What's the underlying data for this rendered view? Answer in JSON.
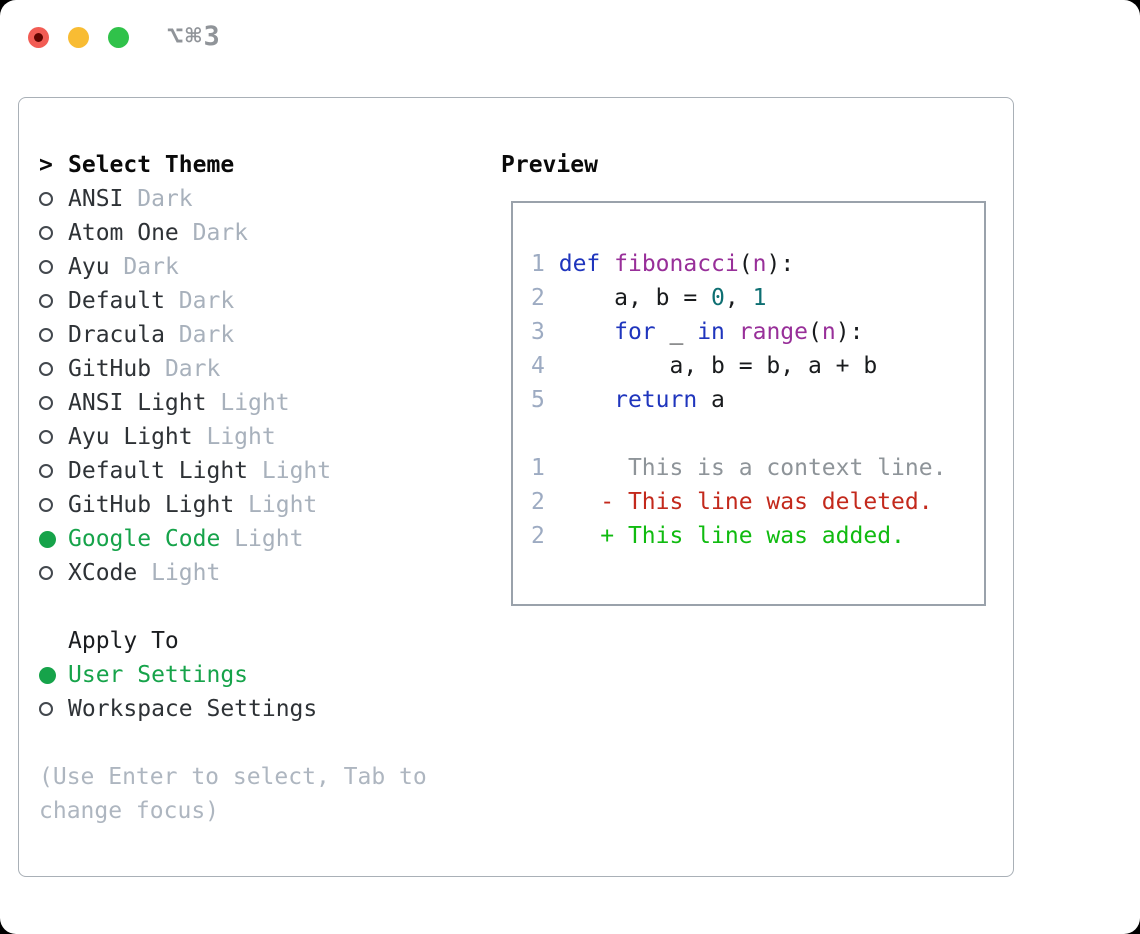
{
  "window": {
    "title_shortcut": "⌥⌘3",
    "traffic_lights": [
      "close",
      "minimize",
      "zoom"
    ]
  },
  "panel": {
    "select_theme_marker": ">",
    "select_theme_header": "Select Theme",
    "themes": [
      {
        "name": "ANSI",
        "tag": "Dark",
        "selected": false
      },
      {
        "name": "Atom One",
        "tag": "Dark",
        "selected": false
      },
      {
        "name": "Ayu",
        "tag": "Dark",
        "selected": false
      },
      {
        "name": "Default",
        "tag": "Dark",
        "selected": false
      },
      {
        "name": "Dracula",
        "tag": "Dark",
        "selected": false
      },
      {
        "name": "GitHub",
        "tag": "Dark",
        "selected": false
      },
      {
        "name": "ANSI Light",
        "tag": "Light",
        "selected": false
      },
      {
        "name": "Ayu Light",
        "tag": "Light",
        "selected": false
      },
      {
        "name": "Default Light",
        "tag": "Light",
        "selected": false
      },
      {
        "name": "GitHub Light",
        "tag": "Light",
        "selected": false
      },
      {
        "name": "Google Code",
        "tag": "Light",
        "selected": true
      },
      {
        "name": "XCode",
        "tag": "Light",
        "selected": false
      }
    ],
    "apply_to_header": "Apply To",
    "apply_targets": [
      {
        "name": "User Settings",
        "selected": true
      },
      {
        "name": "Workspace Settings",
        "selected": false
      }
    ],
    "help_line1": "(Use Enter to select, Tab to",
    "help_line2": "change focus)"
  },
  "preview": {
    "header": "Preview",
    "lines": [
      {
        "num": "1",
        "segs": [
          [
            "pl",
            " "
          ],
          [
            "kw",
            "def"
          ],
          [
            "pl",
            " "
          ],
          [
            "fn",
            "fibonacci"
          ],
          [
            "pl",
            "("
          ],
          [
            "fn",
            "n"
          ],
          [
            "pl",
            "):"
          ]
        ]
      },
      {
        "num": "2",
        "segs": [
          [
            "pl",
            "     a, b = "
          ],
          [
            "nm",
            "0"
          ],
          [
            "pl",
            ", "
          ],
          [
            "nm",
            "1"
          ]
        ]
      },
      {
        "num": "3",
        "segs": [
          [
            "pl",
            "     "
          ],
          [
            "kw",
            "for"
          ],
          [
            "pl",
            " _ "
          ],
          [
            "kw",
            "in"
          ],
          [
            "pl",
            " "
          ],
          [
            "fn",
            "range"
          ],
          [
            "pl",
            "("
          ],
          [
            "fn",
            "n"
          ],
          [
            "pl",
            "):"
          ]
        ]
      },
      {
        "num": "4",
        "segs": [
          [
            "pl",
            "         a, b = b, a + b"
          ]
        ]
      },
      {
        "num": "5",
        "segs": [
          [
            "pl",
            "     "
          ],
          [
            "kw",
            "return"
          ],
          [
            "pl",
            " a"
          ]
        ]
      },
      {
        "num": "",
        "segs": []
      },
      {
        "num": "1",
        "segs": [
          [
            "ctx",
            "      This is a context line."
          ]
        ]
      },
      {
        "num": "2",
        "segs": [
          [
            "del",
            "    - This line was deleted."
          ]
        ]
      },
      {
        "num": "2",
        "segs": [
          [
            "add",
            "    + This line was added."
          ]
        ]
      }
    ]
  },
  "colors": {
    "selection_green": "#16a34a",
    "added_green": "#10bb10",
    "deleted_red": "#c3291c",
    "keyword_blue": "#1f35bd",
    "function_magenta": "#982f99",
    "number_teal": "#0e6f72",
    "dim_gray": "#a8b1bc",
    "lineno_gray": "#9dabc2",
    "border_gray": "#a9b0b7"
  }
}
